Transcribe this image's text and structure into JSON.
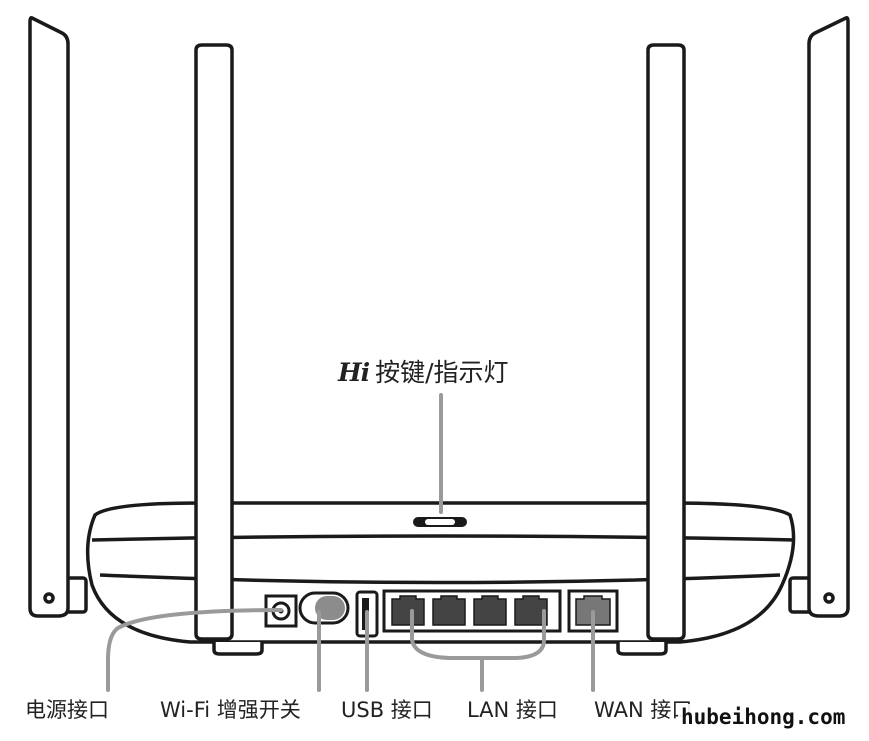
{
  "labels": {
    "hi_mark": "Hi",
    "hi_button": "按键/指示灯",
    "power_port": "电源接口",
    "wifi_boost": "Wi-Fi 增强开关",
    "usb_port": "USB 接口",
    "lan_port": "LAN 接口",
    "wan_port": "WAN 接口"
  },
  "watermark": "hubeihong.com",
  "colors": {
    "line": "#1a1a1a",
    "fill": "#ffffff",
    "callout": "#9a9a9a",
    "port": "#555555"
  }
}
